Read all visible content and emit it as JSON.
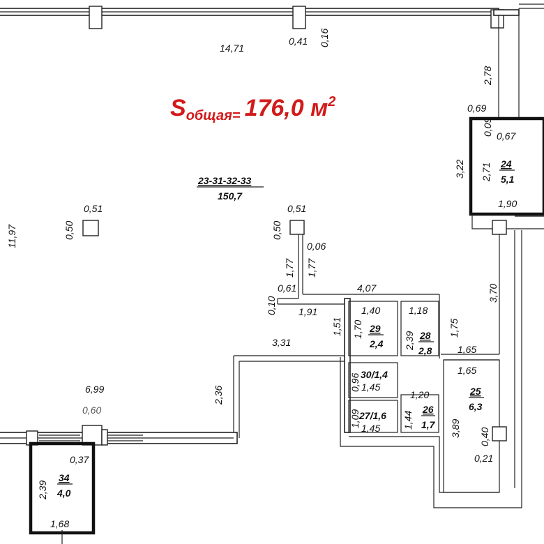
{
  "total_area": {
    "s_letter": "S",
    "subscript": "общая",
    "equals": "=",
    "value": "176,0 м",
    "superscript": "2",
    "color": "#d21a1a"
  },
  "rooms": {
    "main": {
      "id": "23-31-32-33",
      "area": "150,7"
    },
    "r24": {
      "id": "24",
      "area": "5,1"
    },
    "r29": {
      "id": "29",
      "area": "2,4"
    },
    "r28": {
      "id": "28",
      "area": "2,8"
    },
    "r30": {
      "combo": "30/1,4"
    },
    "r27": {
      "combo": "27/1,6"
    },
    "r26": {
      "id": "26",
      "area": "1,7"
    },
    "r25": {
      "id": "25",
      "area": "6,3"
    },
    "r34": {
      "id": "34",
      "area": "4,0"
    }
  },
  "dims": {
    "d1471": "14,71",
    "d041": "0,41",
    "d016": "0,16",
    "d278": "2,78",
    "d069": "0,69",
    "d009": "0,09",
    "d067": "0,67",
    "d322": "3,22",
    "d271": "2,71",
    "d190": "1,90",
    "d1197": "11,97",
    "d050a": "0,50",
    "d051a": "0,51",
    "d050b": "0,50",
    "d051b": "0,51",
    "d006": "0,06",
    "d177a": "1,77",
    "d177b": "1,77",
    "d061": "0,61",
    "d010": "0,10",
    "d407": "4,07",
    "d191": "1,91",
    "d370": "3,70",
    "d140": "1,40",
    "d118": "1,18",
    "d175": "1,75",
    "d151": "1,51",
    "d170": "1,70",
    "d239a": "2,39",
    "d165a": "1,65",
    "d331": "3,31",
    "d165b": "1,65",
    "d096": "0,96",
    "d145a": "1,45",
    "d120": "1,20",
    "d699": "6,99",
    "d236": "2,36",
    "d060": "0,60",
    "d109": "1,09",
    "d145b": "1,45",
    "d144": "1,44",
    "d389": "3,89",
    "d040": "0,40",
    "d021": "0,21",
    "d037": "0,37",
    "d239b": "2,39",
    "d168": "1,68"
  }
}
